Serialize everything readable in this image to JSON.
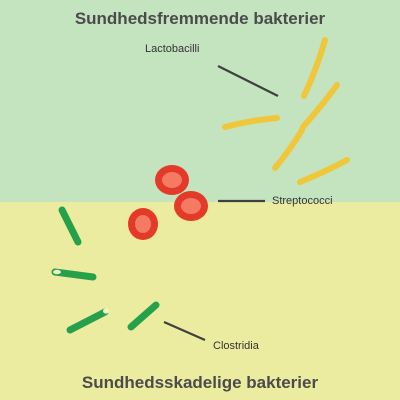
{
  "titles": {
    "top": "Sundhedsfremmende bakterier",
    "bottom": "Sundhedsskadelige bakterier"
  },
  "labels": {
    "lactobacilli": "Lactobacilli",
    "streptococci": "Streptococci",
    "clostridia": "Clostridia"
  },
  "colors": {
    "beneficial_region": "#c4e4c0",
    "harmful_region": "#ececa0",
    "lactobacilli": "#f0c63a",
    "streptococci_outer": "#e43a2a",
    "streptococci_inner": "#f47a62",
    "clostridia": "#26a04a",
    "clostridia_spore": "#f4f4c4",
    "pointer": "#404040"
  }
}
